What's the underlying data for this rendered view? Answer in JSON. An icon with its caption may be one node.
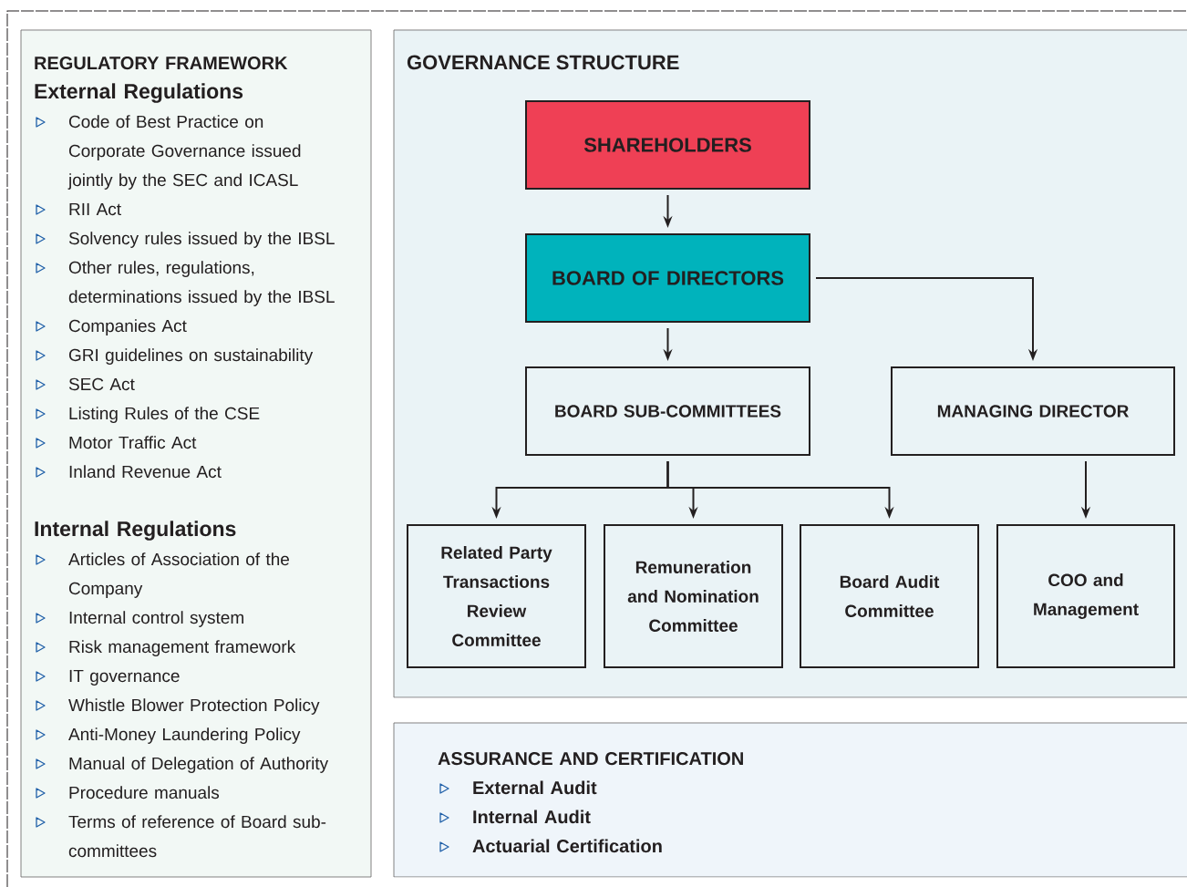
{
  "diagram": {
    "nodes": [
      {
        "text": [
          "REGULATORY FRAMEWORK",
          "External Regulations",
          "Code of Best Practice on Corporate Governance issued jointly by the SEC and ICASL",
          "RII Act",
          "Solvency rules issued by the IBSL",
          "Other rules, regulations, determinations issued by the IBSL",
          "Companies Act",
          "GRI guidelines on sustainability",
          "SEC Act",
          "Listing Rules of the CSE",
          "Motor Traffic Act",
          "Inland Revenue Act",
          "Internal Regulations",
          "Articles of Association of the Company",
          "Internal control system",
          "Risk management framework",
          "IT governance",
          "Whistle Blower Protection Policy",
          "Anti-Money Laundering Policy",
          "Manual of Delegation of Authority",
          "Procedure  manuals",
          "Terms of reference of Board sub-committees"
        ]
      },
      {
        "text": [
          "GOVERNANCE STRUCTURE"
        ]
      },
      {
        "text": [
          "SHAREHOLDERS"
        ],
        "in": 1
      },
      {
        "text": [
          "BOARD OF DIRECTORS"
        ],
        "in": 1
      },
      {
        "text": [
          "BOARD SUB-COMMITTEES"
        ],
        "in": 1
      },
      {
        "text": [
          "MANAGING DIRECTOR"
        ],
        "in": 1
      },
      {
        "text": [
          "Related Party Transactions Review Committee"
        ],
        "in": 1
      },
      {
        "text": [
          "Remuneration and Nomination Committee"
        ],
        "in": 1
      },
      {
        "text": [
          "Board Audit Committee"
        ],
        "in": 1
      },
      {
        "text": [
          "COO and Management"
        ],
        "in": 1
      },
      {
        "text": [
          "ASSURANCE AND CERTIFICATION",
          "External Audit",
          "Internal Audit",
          "Actuarial Certification"
        ]
      }
    ],
    "edges": [
      {
        "from": 2,
        "to": 3,
        "arrow": "to"
      },
      {
        "from": 3,
        "to": 4,
        "arrow": "to"
      },
      {
        "from": 3,
        "to": 5,
        "arrow": "to"
      },
      {
        "from": 4,
        "to": 6,
        "arrow": "to"
      },
      {
        "from": 4,
        "to": 7,
        "arrow": "to"
      },
      {
        "from": 4,
        "to": 8,
        "arrow": "to"
      },
      {
        "from": 5,
        "to": 9,
        "arrow": "to"
      }
    ]
  }
}
